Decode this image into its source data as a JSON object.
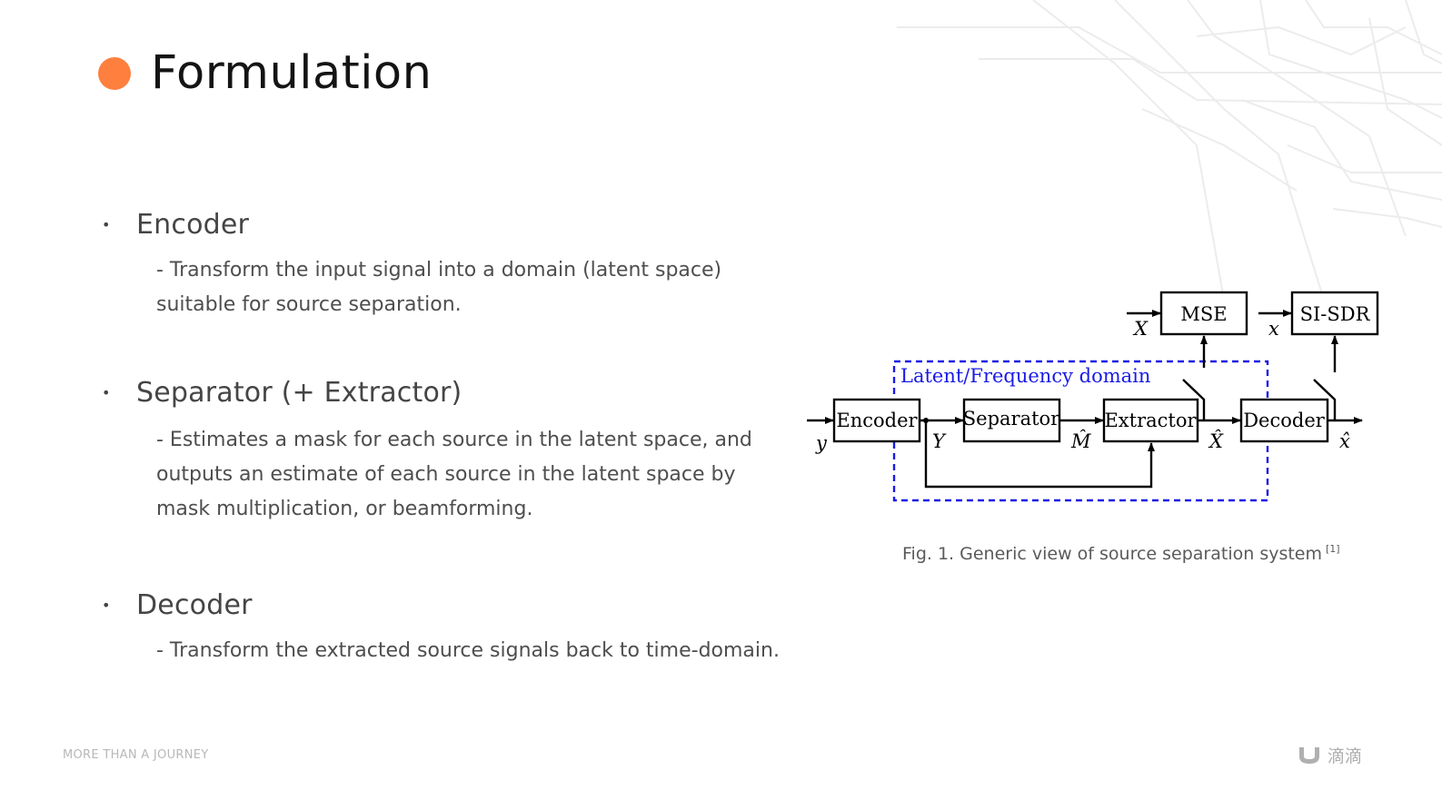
{
  "slide": {
    "title": "Formulation",
    "accent_color": "#ff7f3f"
  },
  "sections": [
    {
      "title": "Encoder",
      "lines": [
        "- Transform the input signal into a domain (latent space)",
        "suitable for source separation."
      ]
    },
    {
      "title": "Separator (+ Extractor)",
      "lines": [
        "- Estimates a mask for each source in the latent space, and",
        "outputs an estimate of each source in the latent space by",
        "mask multiplication, or beamforming."
      ]
    },
    {
      "title": "Decoder",
      "lines": [
        "- Transform the extracted source signals back to time-domain."
      ]
    }
  ],
  "figure": {
    "domain_label": "Latent/Frequency domain",
    "domain_color": "#1a1ae6",
    "blocks": {
      "encoder": "Encoder",
      "separator": "Separator",
      "extractor": "Extractor",
      "decoder": "Decoder",
      "mse": "MSE",
      "sisdr": "SI-SDR"
    },
    "symbols": {
      "y": "y",
      "Y": "Y",
      "M_hat": "M̂",
      "X_hat": "X̂",
      "x_hat": "x̂",
      "X": "X",
      "x": "x"
    },
    "caption": "Fig. 1. Generic view of source separation system",
    "caption_ref": "[1]"
  },
  "footer": {
    "slogan": "MORE THAN A JOURNEY",
    "brand": "滴滴",
    "brand_icon": "didi-logo-icon"
  }
}
